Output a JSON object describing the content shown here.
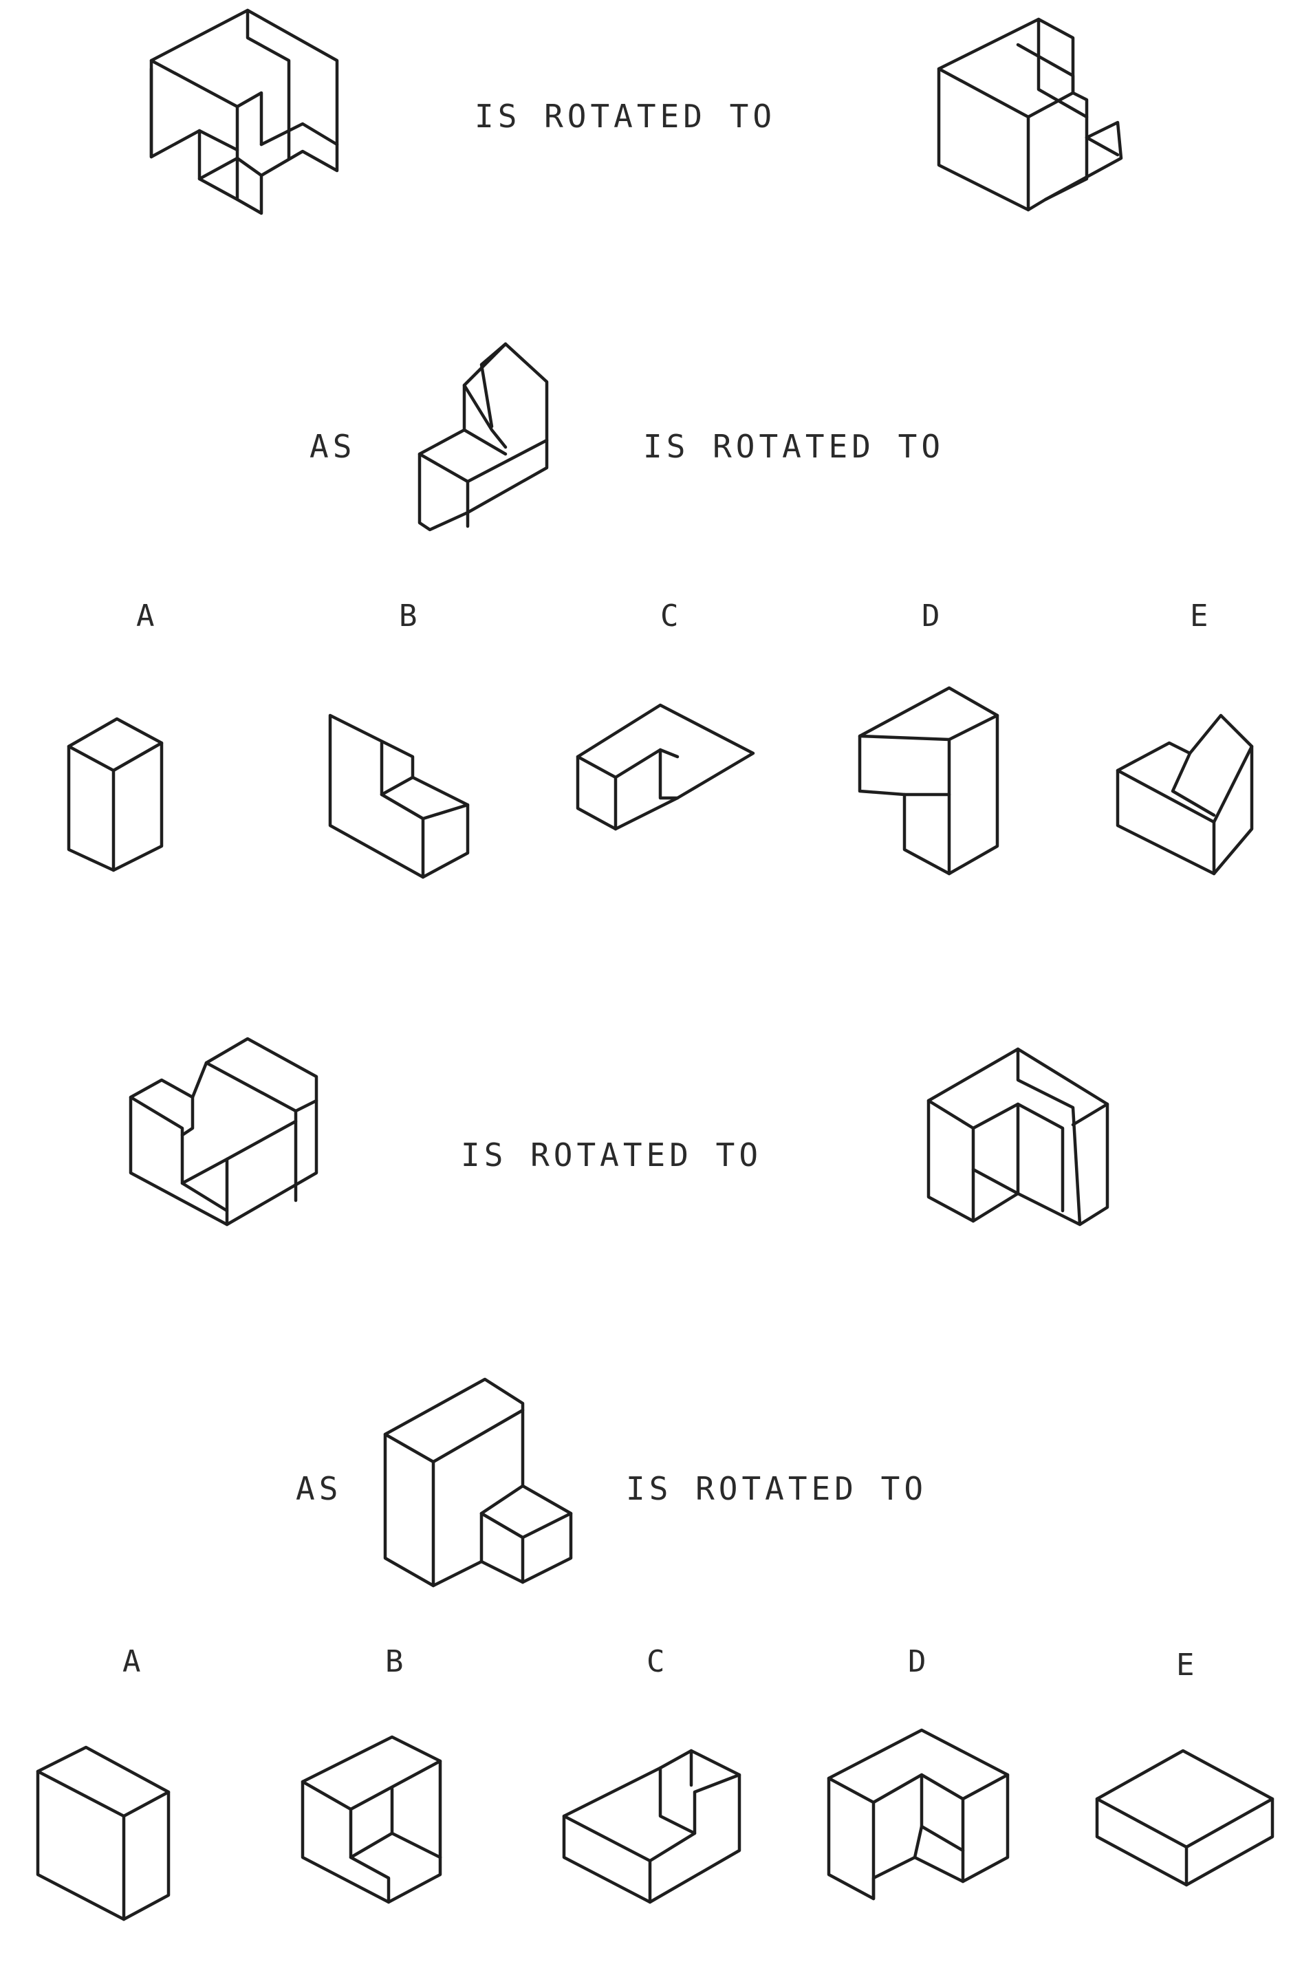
{
  "problems": [
    {
      "example_text": "IS ROTATED TO",
      "prompt_prefix": "AS",
      "prompt_text": "IS ROTATED TO",
      "choices": [
        "A",
        "B",
        "C",
        "D",
        "E"
      ]
    },
    {
      "example_text": "IS ROTATED TO",
      "prompt_prefix": "AS",
      "prompt_text": "IS ROTATED TO",
      "choices": [
        "A",
        "B",
        "C",
        "D",
        "E"
      ]
    }
  ]
}
